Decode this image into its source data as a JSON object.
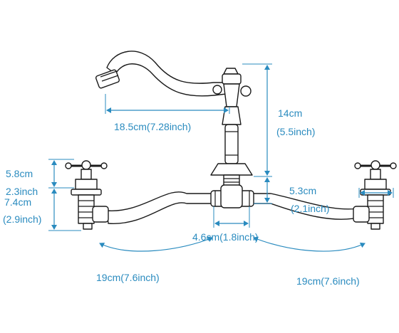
{
  "accent_color": "#2a8bbf",
  "outline_color": "#1a1a1a",
  "dimensions": {
    "spout_reach": "18.5cm(7.28inch)",
    "spout_height_cm": "14cm",
    "spout_height_in": "(5.5inch)",
    "handle_height_cm": "5.8cm",
    "handle_height_in": "2.3inch",
    "valve_height_cm": "7.4cm",
    "valve_height_in": "(2.9inch)",
    "shank_height_cm": "5.3cm",
    "shank_height_in": "(2.1inch)",
    "tee_width": "4.6cm(1.8inch)",
    "left_hose": "19cm(7.6inch)",
    "right_hose": "19cm(7.6inch)"
  }
}
